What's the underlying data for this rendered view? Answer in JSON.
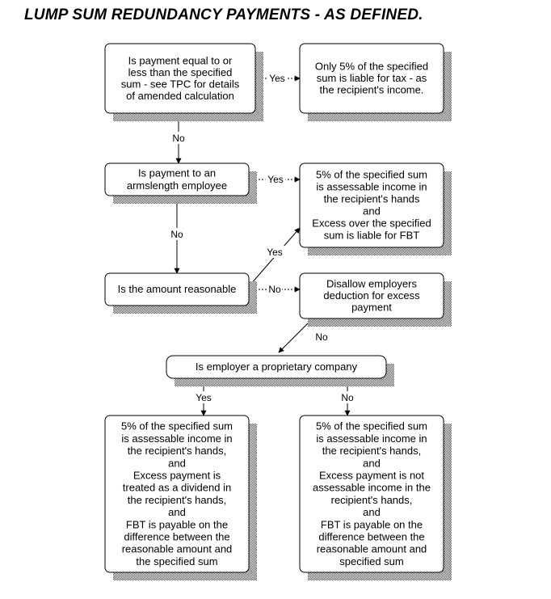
{
  "title": "LUMP SUM REDUNDANCY PAYMENTS - AS DEFINED.",
  "boxes": {
    "q_equal": [
      "Is payment equal to or",
      "less than the specified",
      "sum - see TPC for details",
      "of amended calculation"
    ],
    "r_five_percent": [
      "Only 5% of the specified",
      "sum is liable for tax - as",
      "the recipient's income."
    ],
    "q_armslength": [
      "Is payment to an",
      "armslength employee"
    ],
    "r_fbt": [
      "5% of the specified sum",
      "is assessable income in",
      "the recipient's hands",
      "and",
      "Excess over the specified",
      "sum is liable for FBT"
    ],
    "q_reasonable": [
      "Is the amount reasonable"
    ],
    "r_disallow": [
      "Disallow employers",
      "deduction for excess",
      "payment"
    ],
    "q_proprietary": [
      "Is employer a proprietary company"
    ],
    "r_dividend": [
      "5% of the specified sum",
      "is assessable income in",
      "the recipient's hands,",
      "and",
      "Excess payment is",
      "treated as a dividend in",
      "the recipient's hands,",
      "and",
      "FBT is payable on the",
      "difference between the",
      "reasonable amount and",
      "the specified sum"
    ],
    "r_not_assessable": [
      "5% of the specified sum",
      "is assessable income in",
      "the recipient's hands,",
      "and",
      "Excess payment is not",
      "assessable income in the",
      "recipient's hands,",
      "and",
      "FBT is payable on the",
      "difference between the",
      "reasonable amount and",
      "specified sum"
    ]
  },
  "edge_labels": {
    "yes": "Yes",
    "no": "No"
  }
}
